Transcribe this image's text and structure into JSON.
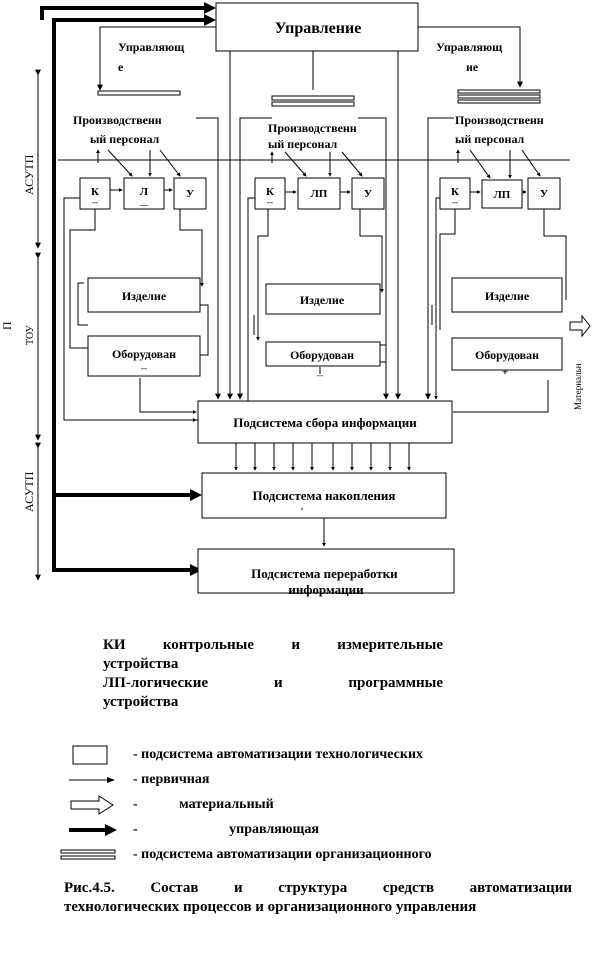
{
  "diagram": {
    "top_box": "Управление",
    "ctrl_label_left": [
      "Управляющ",
      "е"
    ],
    "ctrl_label_right": [
      "Управляющ",
      "ие"
    ],
    "personnel": [
      "Производственн",
      "ый персонал"
    ],
    "k": "К",
    "k_sub": "--",
    "l": "Л",
    "l_sub": "__",
    "lp": "ЛП",
    "u": "У",
    "product": "Изделие",
    "equipment": "Оборудован",
    "equipment_sub": "--",
    "collect": "Подсистема сбора информации",
    "accumulate": "Подсистема накопления",
    "accumulate_sub": "'",
    "process": [
      "Подсистема переработки",
      "информации"
    ],
    "side_asutp_top": "АСУТП",
    "side_p": "П",
    "side_tou": "ТОУ",
    "side_asutp_bottom": "АСУТП",
    "side_material": "Материальн"
  },
  "notes": {
    "ki": [
      "КИ контрольные и измерительные",
      "устройства"
    ],
    "lp": [
      "ЛП-логические и программные",
      "устройства"
    ]
  },
  "legend": [
    {
      "symbol": "box",
      "dash": "-",
      "text": "подсистема автоматизации технологических"
    },
    {
      "symbol": "thin-arrow",
      "dash": "-",
      "text": "первичная"
    },
    {
      "symbol": "hollow-arrow",
      "dash": "-",
      "text": "материальный"
    },
    {
      "symbol": "thick-arrow",
      "dash": "-",
      "text": "управляющая"
    },
    {
      "symbol": "double-line",
      "dash": "-",
      "text": "подсистема автоматизации организационного"
    }
  ],
  "caption": [
    "Рис.4.5. Состав и структура средств автоматизации",
    "технологических процессов и организационного управления"
  ]
}
